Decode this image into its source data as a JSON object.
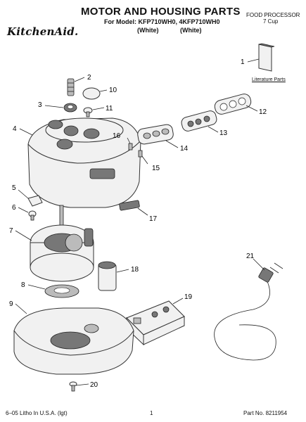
{
  "header": {
    "title": "MOTOR AND HOUSING PARTS",
    "model_line": "For Model: KFP710WH0, 4KFP710WH0",
    "color_1": "(White)",
    "color_2": "(White)",
    "product_type": "FOOD PROCESSOR",
    "product_size": "7 Cup"
  },
  "brand": {
    "logo_text": "KitchenAid."
  },
  "labels": {
    "literature": "Literature Parts"
  },
  "callouts": [
    "1",
    "2",
    "3",
    "4",
    "5",
    "6",
    "7",
    "8",
    "9",
    "10",
    "11",
    "12",
    "13",
    "14",
    "15",
    "16",
    "17",
    "18",
    "19",
    "20",
    "21"
  ],
  "footer": {
    "left": "6–05 Litho In U.S.A. (lgt)",
    "center": "1",
    "right": "Part No. 8211954"
  }
}
